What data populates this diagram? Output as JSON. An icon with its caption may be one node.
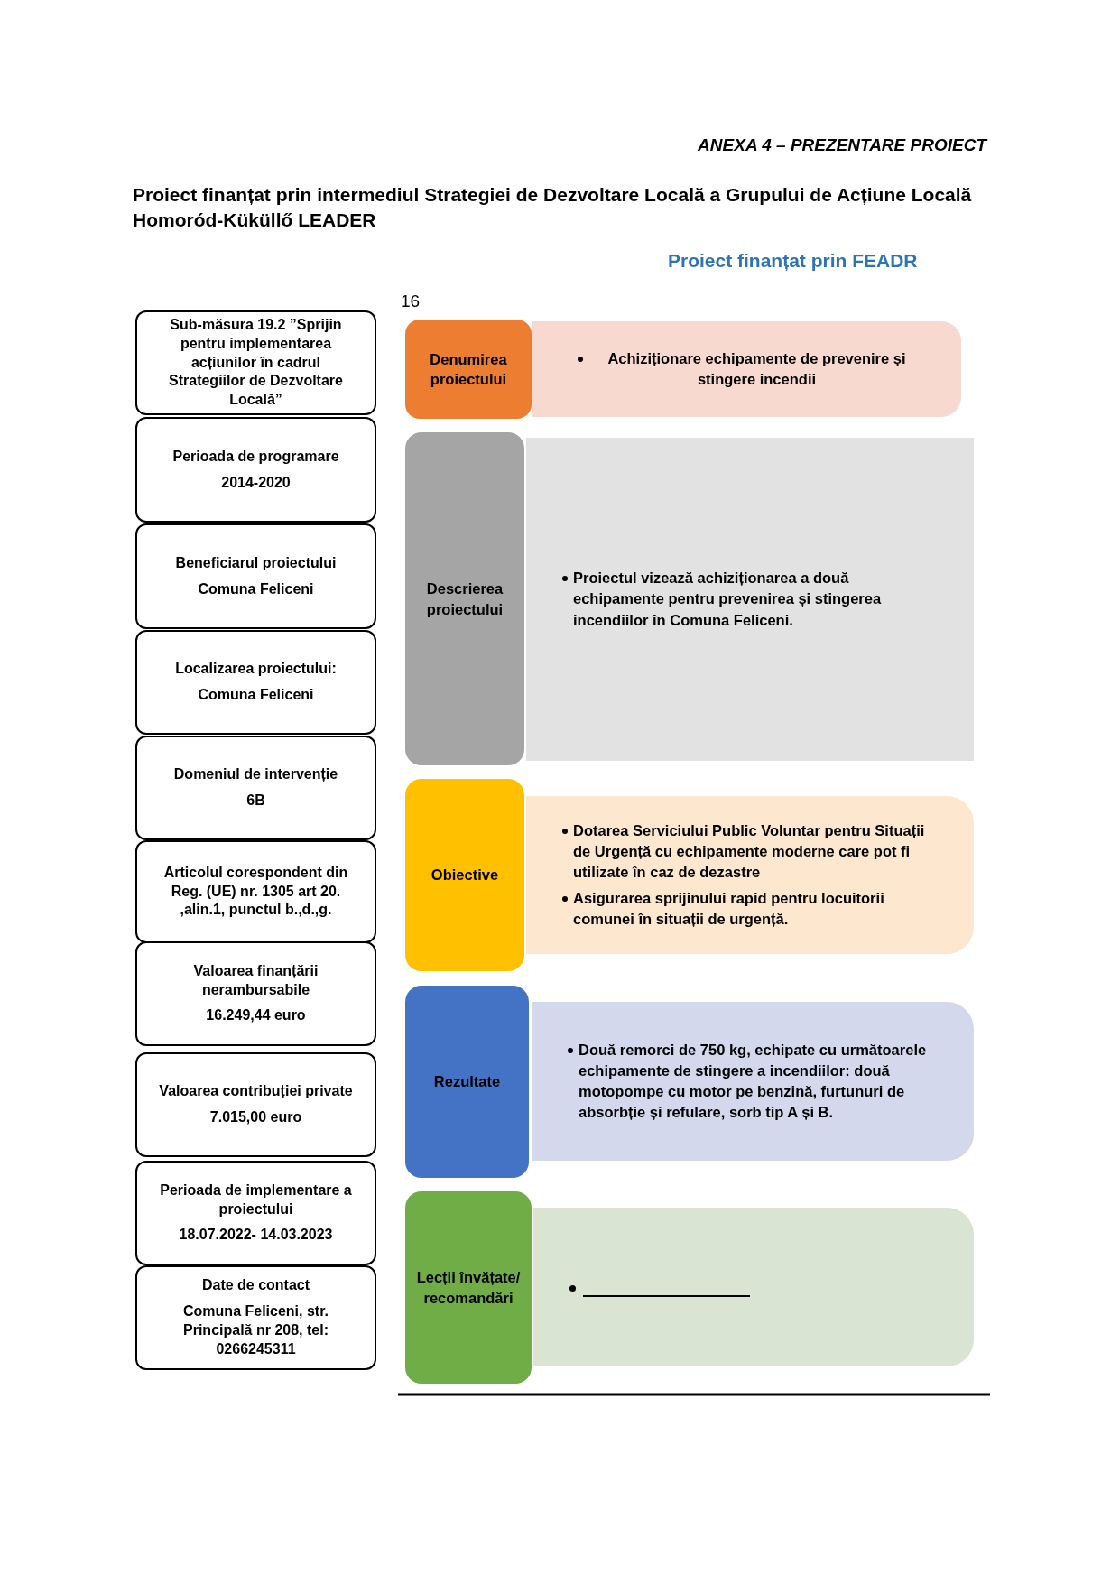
{
  "diagram": {
    "title": "Proiect finanțat prin intermediul Strategiei de Dezvoltare Locală a Grupului de Acțiune Locală Homoród-Küküllő LEADER",
    "nodes": [
      {
        "text": [
          "Sub-măsura 19.2 ”Sprijin pentru implementarea acțiunilor în cadrul Strategiilor de Dezvoltare Locală”"
        ]
      },
      {
        "text": [
          "Perioada de programare",
          "2014-2020"
        ]
      },
      {
        "text": [
          "Beneficiarul proiectului",
          "Comuna Feliceni"
        ]
      },
      {
        "text": [
          "Localizarea proiectului:",
          "Comuna Feliceni"
        ]
      },
      {
        "text": [
          "Domeniul de intervenție",
          "6B"
        ]
      },
      {
        "text": [
          "Articolul corespondent din Reg. (UE) nr. 1305 art 20. ,alin.1, punctul b.,d.,g."
        ]
      },
      {
        "text": [
          "Valoarea finanțării nerambursabile",
          "16.249,44 euro"
        ]
      },
      {
        "text": [
          "Valoarea contribuției private",
          "7.015,00 euro"
        ]
      },
      {
        "text": [
          "Perioada de implementare a proiectului",
          "18.07.2022- 14.03.2023"
        ]
      },
      {
        "text": [
          "Date de contact",
          "Comuna Feliceni, str. Principală nr 208, tel: 0266245311"
        ]
      },
      {
        "text": [
          "Denumirea proiectului"
        ]
      },
      {
        "text": [
          "Achiziționare echipamente de prevenire și stingere incendii"
        ]
      },
      {
        "text": [
          "Descrierea proiectului"
        ]
      },
      {
        "text": [
          "Proiectul vizează achiziționarea a două echipamente pentru prevenirea și stingerea incendiilor în Comuna Feliceni."
        ]
      },
      {
        "text": [
          "Obiective"
        ]
      },
      {
        "text": [
          "Dotarea Serviciului Public Voluntar pentru Situații de Urgență cu echipamente moderne care pot fi utilizate în caz de dezastre",
          "Asigurarea sprijinului rapid pentru locuitorii comunei în situații de urgență."
        ]
      },
      {
        "text": [
          "Rezultate"
        ]
      },
      {
        "text": [
          "Două remorci de 750 kg, echipate cu următoarele echipamente de stingere a incendiilor: două motopompe cu motor pe benzină, furtunuri de absorbție și refulare, sorb tip A și B."
        ]
      },
      {
        "text": [
          "Lecții învățate/ recomandări"
        ]
      },
      {
        "text": [],
        "shape": "box"
      }
    ],
    "labels": [
      "ANEXA 4 – PREZENTARE PROIECT",
      "Proiect finanțat prin FEADR",
      "16"
    ]
  }
}
